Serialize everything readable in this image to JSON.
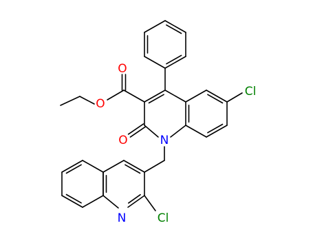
{
  "molecule": {
    "colors": {
      "bond": "#000000",
      "O": "#ff0000",
      "N": "#0000ff",
      "Cl": "#008000"
    },
    "atom_labels": [
      {
        "id": "o-carbonyl-ester",
        "text": "O",
        "element": "O"
      },
      {
        "id": "o-ester-ether",
        "text": "O",
        "element": "O"
      },
      {
        "id": "cl-benzo",
        "text": "Cl",
        "element": "Cl"
      },
      {
        "id": "o-lactam",
        "text": "O",
        "element": "O"
      },
      {
        "id": "n-quinolinone",
        "text": "N",
        "element": "N"
      },
      {
        "id": "n-quinoline",
        "text": "N",
        "element": "N"
      },
      {
        "id": "cl-quinoline",
        "text": "Cl",
        "element": "Cl"
      }
    ]
  }
}
